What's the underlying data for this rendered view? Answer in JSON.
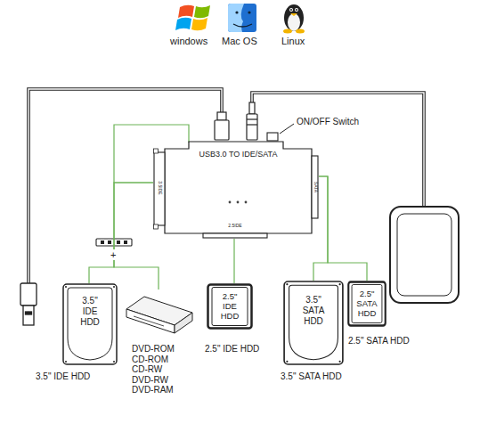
{
  "diagram": {
    "nodes": [
      {
        "text": [
          "USB3.0 TO IDE/SATA",
          "3.5IDE",
          "SATA",
          "2.5IDE"
        ]
      },
      {
        "text": [
          "3.5\" IDE HDD",
          "3.5\" IDE HDD"
        ]
      },
      {
        "text": [
          "DVD-ROM CD-ROM CD-RW DVD-RW DVD-RAM"
        ]
      },
      {
        "text": [
          "2.5\" IDE HDD",
          "2.5\" IDE HDD"
        ]
      },
      {
        "text": [
          "3.5\" SATA HDD",
          "3.5\" SATA HDD"
        ]
      },
      {
        "text": [
          "2.5\" SATA HDD",
          "2.5\" SATA HDD"
        ]
      }
    ],
    "edges": [
      {
        "from": 0,
        "to": 1,
        "arrow": "none"
      },
      {
        "from": 0,
        "to": 2,
        "arrow": "none"
      },
      {
        "from": 0,
        "to": 3,
        "arrow": "none"
      },
      {
        "from": 0,
        "to": 4,
        "arrow": "none"
      },
      {
        "from": 0,
        "to": 5,
        "arrow": "none"
      }
    ],
    "labels": [
      "windows",
      "Mac OS",
      "Linux",
      "ON/OFF Switch",
      "+"
    ]
  }
}
